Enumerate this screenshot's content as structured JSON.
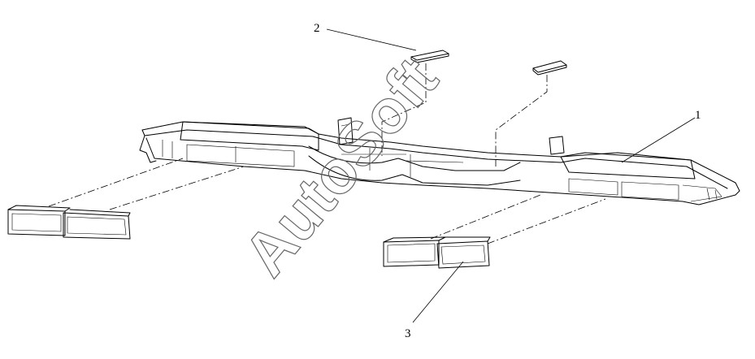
{
  "callouts": [
    {
      "id": "1",
      "label": "1"
    },
    {
      "id": "2",
      "label": "2"
    },
    {
      "id": "3",
      "label": "3"
    }
  ],
  "watermark": {
    "text": "AutoSoft",
    "color": "#666666"
  }
}
